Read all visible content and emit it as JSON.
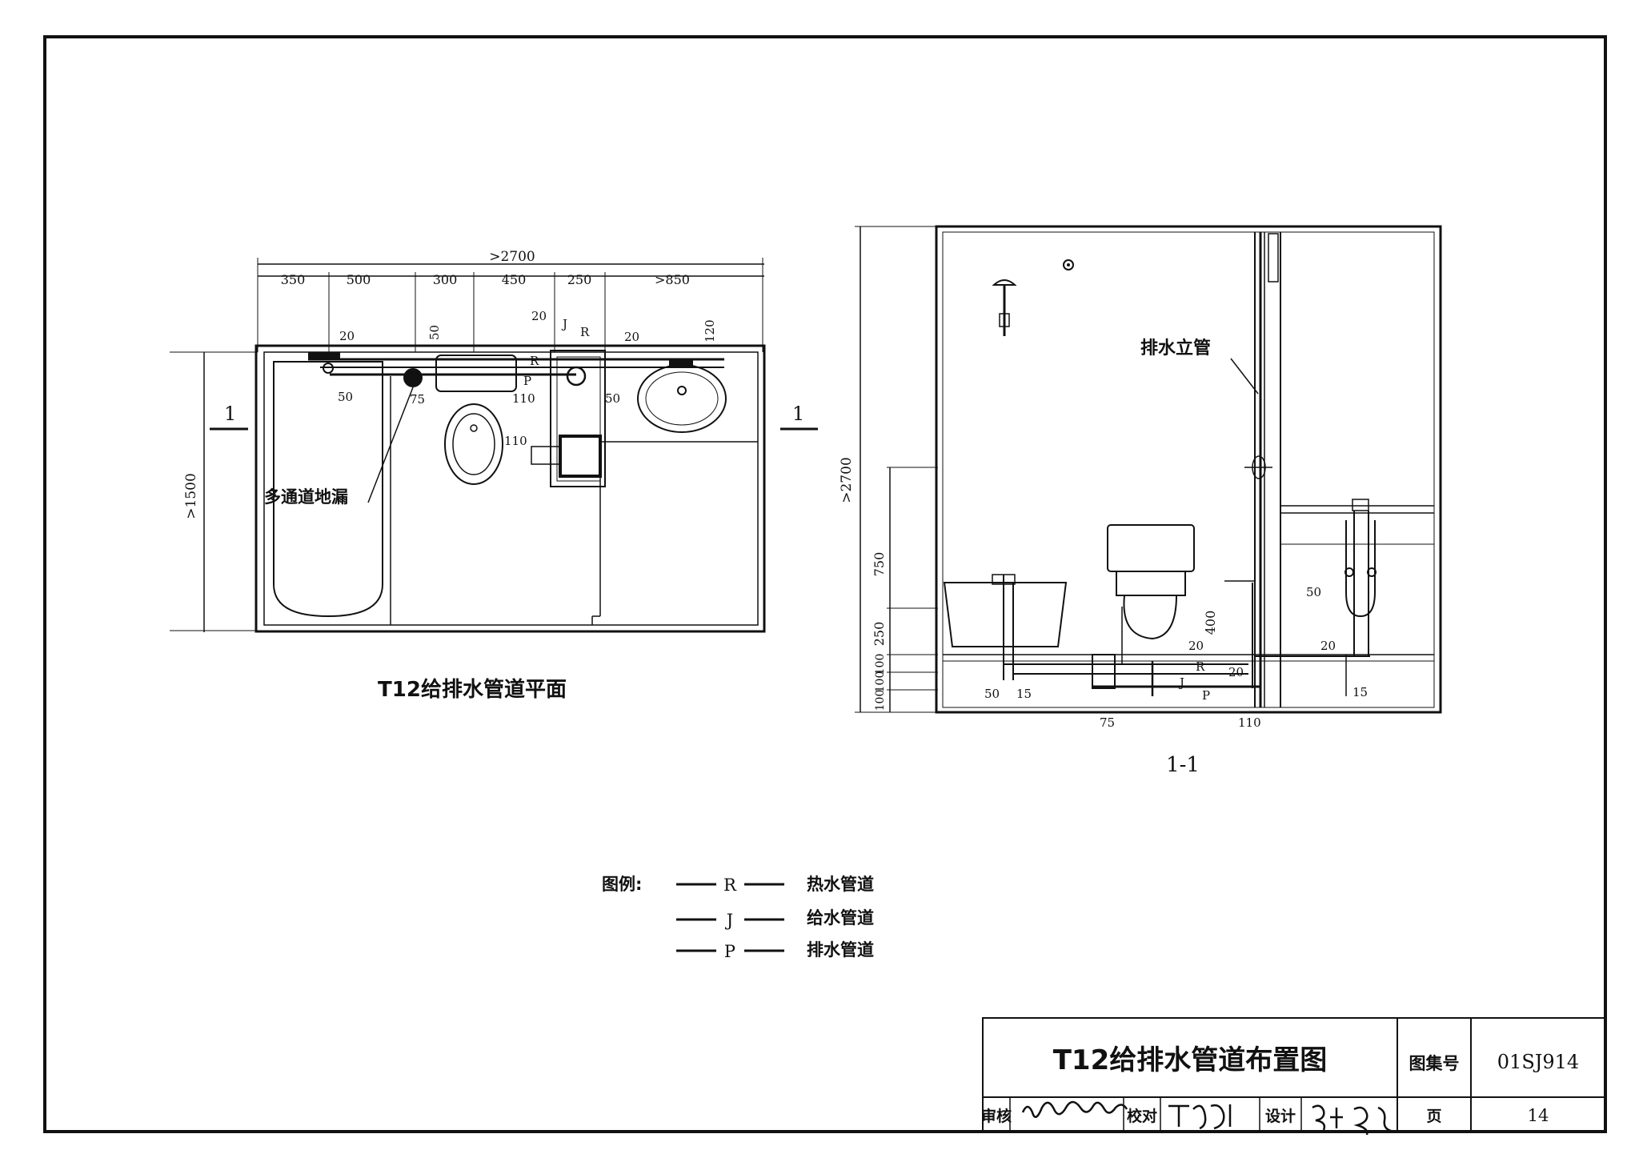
{
  "plan": {
    "overall_dim": ">2700",
    "dims": [
      "350",
      "500",
      "300",
      "450",
      "250",
      ">850"
    ],
    "height_dim": ">1500",
    "section_mark": "1",
    "pipe_labels": {
      "d20_a": "20",
      "d50_a": "50",
      "d50_b": "50",
      "d75": "75",
      "d110_a": "110",
      "d110_b": "110",
      "d20_b": "20",
      "d20_c": "20",
      "d120": "120",
      "d50_c": "50",
      "R": "R",
      "J": "J",
      "P": "P"
    },
    "floor_drain_label": "多通道地漏",
    "caption": "T12给排水管道平面"
  },
  "section": {
    "height_dim": ">2700",
    "dims_v": [
      "750",
      "250",
      "100",
      "100",
      "100"
    ],
    "d400": "400",
    "riser_label": "排水立管",
    "pipe_labels": {
      "d50": "50",
      "d15_a": "15",
      "d75": "75",
      "d110": "110",
      "d20_a": "20",
      "d20_b": "20",
      "d20_c": "20",
      "d50_b": "50",
      "d15_b": "15",
      "R": "R",
      "J": "J",
      "P": "P"
    },
    "caption": "1-1"
  },
  "legend": {
    "title": "图例:",
    "items": [
      {
        "code": "R",
        "label": "热水管道"
      },
      {
        "code": "J",
        "label": "给水管道"
      },
      {
        "code": "P",
        "label": "排水管道"
      }
    ]
  },
  "title_block": {
    "title": "T12给排水管道布置图",
    "atlas_label": "图集号",
    "atlas_no": "01SJ914",
    "review_label": "审核",
    "check_label": "校对",
    "design_label": "设计",
    "page_label": "页",
    "page_no": "14"
  }
}
